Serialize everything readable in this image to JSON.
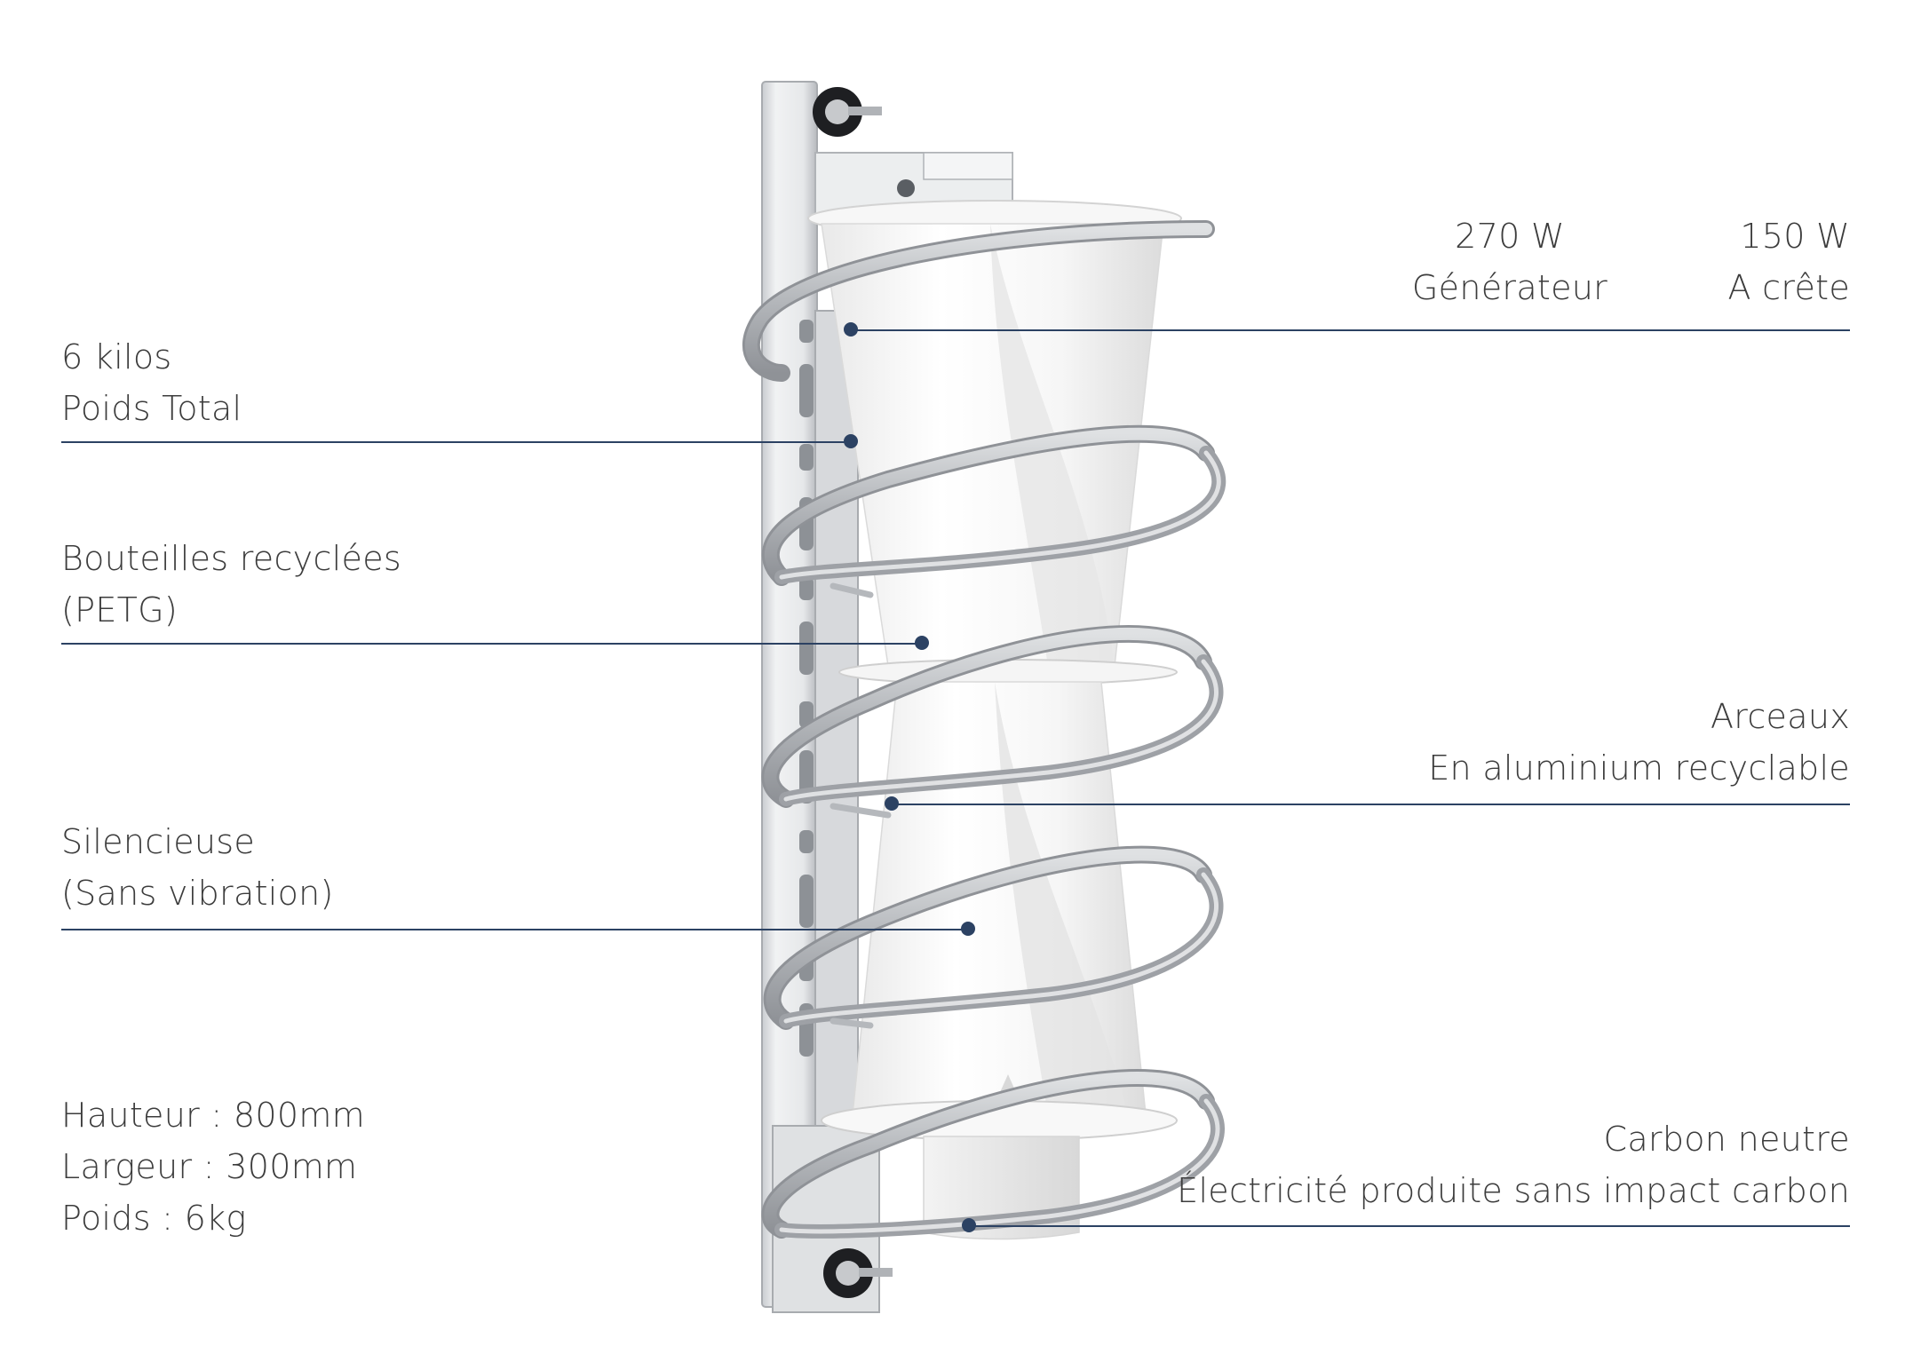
{
  "colors": {
    "leader_line": "#2c4263",
    "dot": "#2c4263",
    "text": "#3c3c3c",
    "blade": "#f4f4f4",
    "bracket": "#e4e6e8",
    "spiral": "#b9bcc0"
  },
  "callouts": {
    "generator": {
      "power_a": "270 W",
      "power_a_label": "Générateur",
      "power_b": "150 W",
      "power_b_label": "A crête"
    },
    "weight": {
      "line1": "6 kilos",
      "line2": "Poids Total"
    },
    "material": {
      "line1": "Bouteilles recyclées",
      "line2": "(PETG)"
    },
    "arcs": {
      "line1": "Arceaux",
      "line2": "En aluminium recyclable"
    },
    "silent": {
      "line1": "Silencieuse",
      "line2": "(Sans vibration)"
    },
    "carbon": {
      "line1": "Carbon neutre",
      "line2": "Électricité produite sans impact carbon"
    }
  },
  "specs": {
    "height": "Hauteur : 800mm",
    "width": "Largeur : 300mm",
    "weight": "Poids : 6kg"
  },
  "icons": {
    "bolt_top": "bolt-icon",
    "bolt_bottom": "bolt-icon"
  }
}
